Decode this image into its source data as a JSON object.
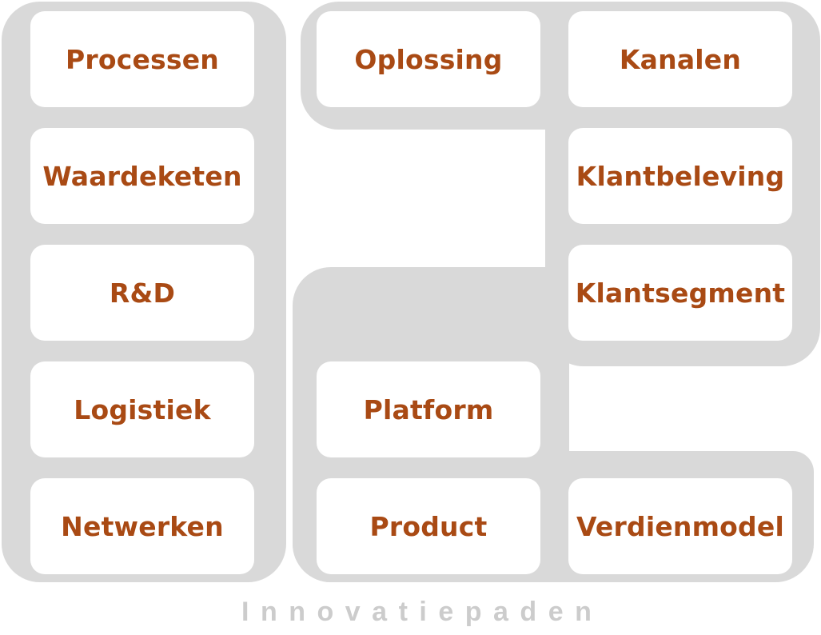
{
  "boxes": {
    "processen": "Processen",
    "waardeketen": "Waardeketen",
    "rd": "R&D",
    "logistiek": "Logistiek",
    "netwerken": "Netwerken",
    "oplossing": "Oplossing",
    "kanalen": "Kanalen",
    "klantbeleving": "Klantbeleving",
    "klantsegment": "Klantsegment",
    "platform": "Platform",
    "product": "Product",
    "verdienmodel": "Verdienmodel"
  },
  "caption": "Innovatiepaden",
  "colors": {
    "label_text": "#a94a14",
    "panel_background": "#d9d9d9",
    "box_background": "#ffffff",
    "caption_text": "#cccccc"
  }
}
